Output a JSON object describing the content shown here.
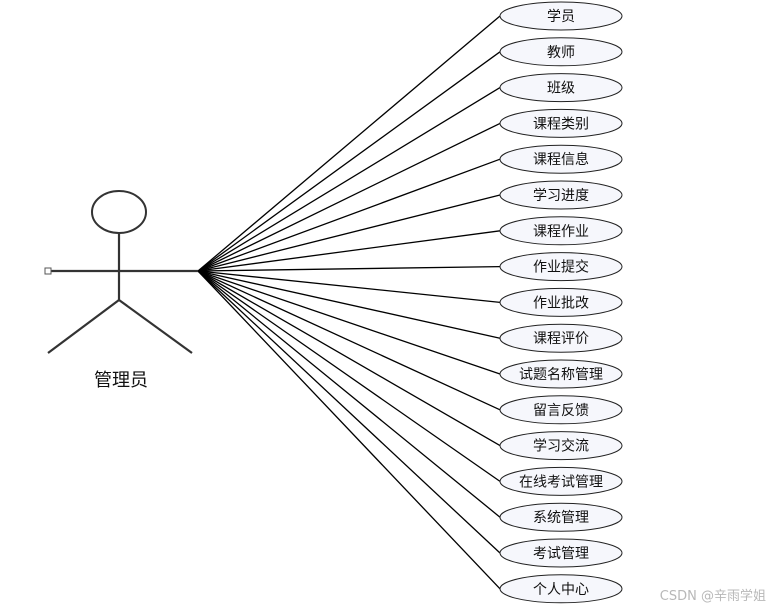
{
  "actor": {
    "label": "管理员"
  },
  "use_cases": [
    "学员",
    "教师",
    "班级",
    "课程类别",
    "课程信息",
    "学习进度",
    "课程作业",
    "作业提交",
    "作业批改",
    "课程评价",
    "试题名称管理",
    "留言反馈",
    "学习交流",
    "在线考试管理",
    "系统管理",
    "考试管理",
    "个人中心"
  ],
  "watermark": "CSDN @辛雨学姐",
  "colors": {
    "ellipse_fill": "#f6f7fc",
    "stroke": "#222222",
    "watermark": "#b8b8b8"
  }
}
